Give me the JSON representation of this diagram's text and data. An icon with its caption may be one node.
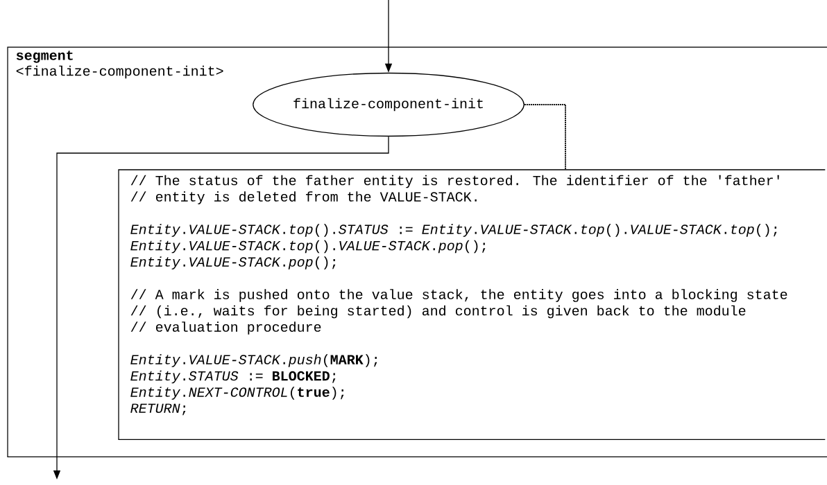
{
  "diagram": {
    "nodes": [
      {
        "text": [
          "segment",
          "<finalize-component-init>"
        ]
      },
      {
        "text": [
          "finalize-component-init"
        ],
        "in": 0
      },
      {
        "text": [
          "// The status of the father entity is restored. The identifier of the 'father'",
          "// entity is deleted from the VALUE-STACK.",
          "*Entity*.*VALUE-STACK*.*top*().*STATUS* := *Entity*.*VALUE-STACK*.*top*().*VALUE-STACK*.*top*();",
          "*Entity*.*VALUE-STACK*.*top*().*VALUE-STACK*.*pop*();",
          "*Entity*.*VALUE-STACK*.*pop*();",
          "// A mark is pushed onto the value stack, the entity goes into a blocking state",
          "// (i.e., waits for being started) and control is given back to the module",
          "// evaluation procedure",
          "*Entity*.*VALUE-STACK*.*push*(**MARK**);",
          "*Entity*.*STATUS* := **BLOCKED**;",
          "*Entity*.*NEXT-CONTROL*(**true**);",
          "*RETURN*;"
        ],
        "in": 0
      }
    ],
    "edges": [
      {
        "from": null,
        "to": 1,
        "arrow": "to"
      },
      {
        "from": 1,
        "to": null,
        "arrow": "to"
      },
      {
        "from": 1,
        "to": 2,
        "arrow": "none",
        "style": "dashed"
      }
    ]
  }
}
